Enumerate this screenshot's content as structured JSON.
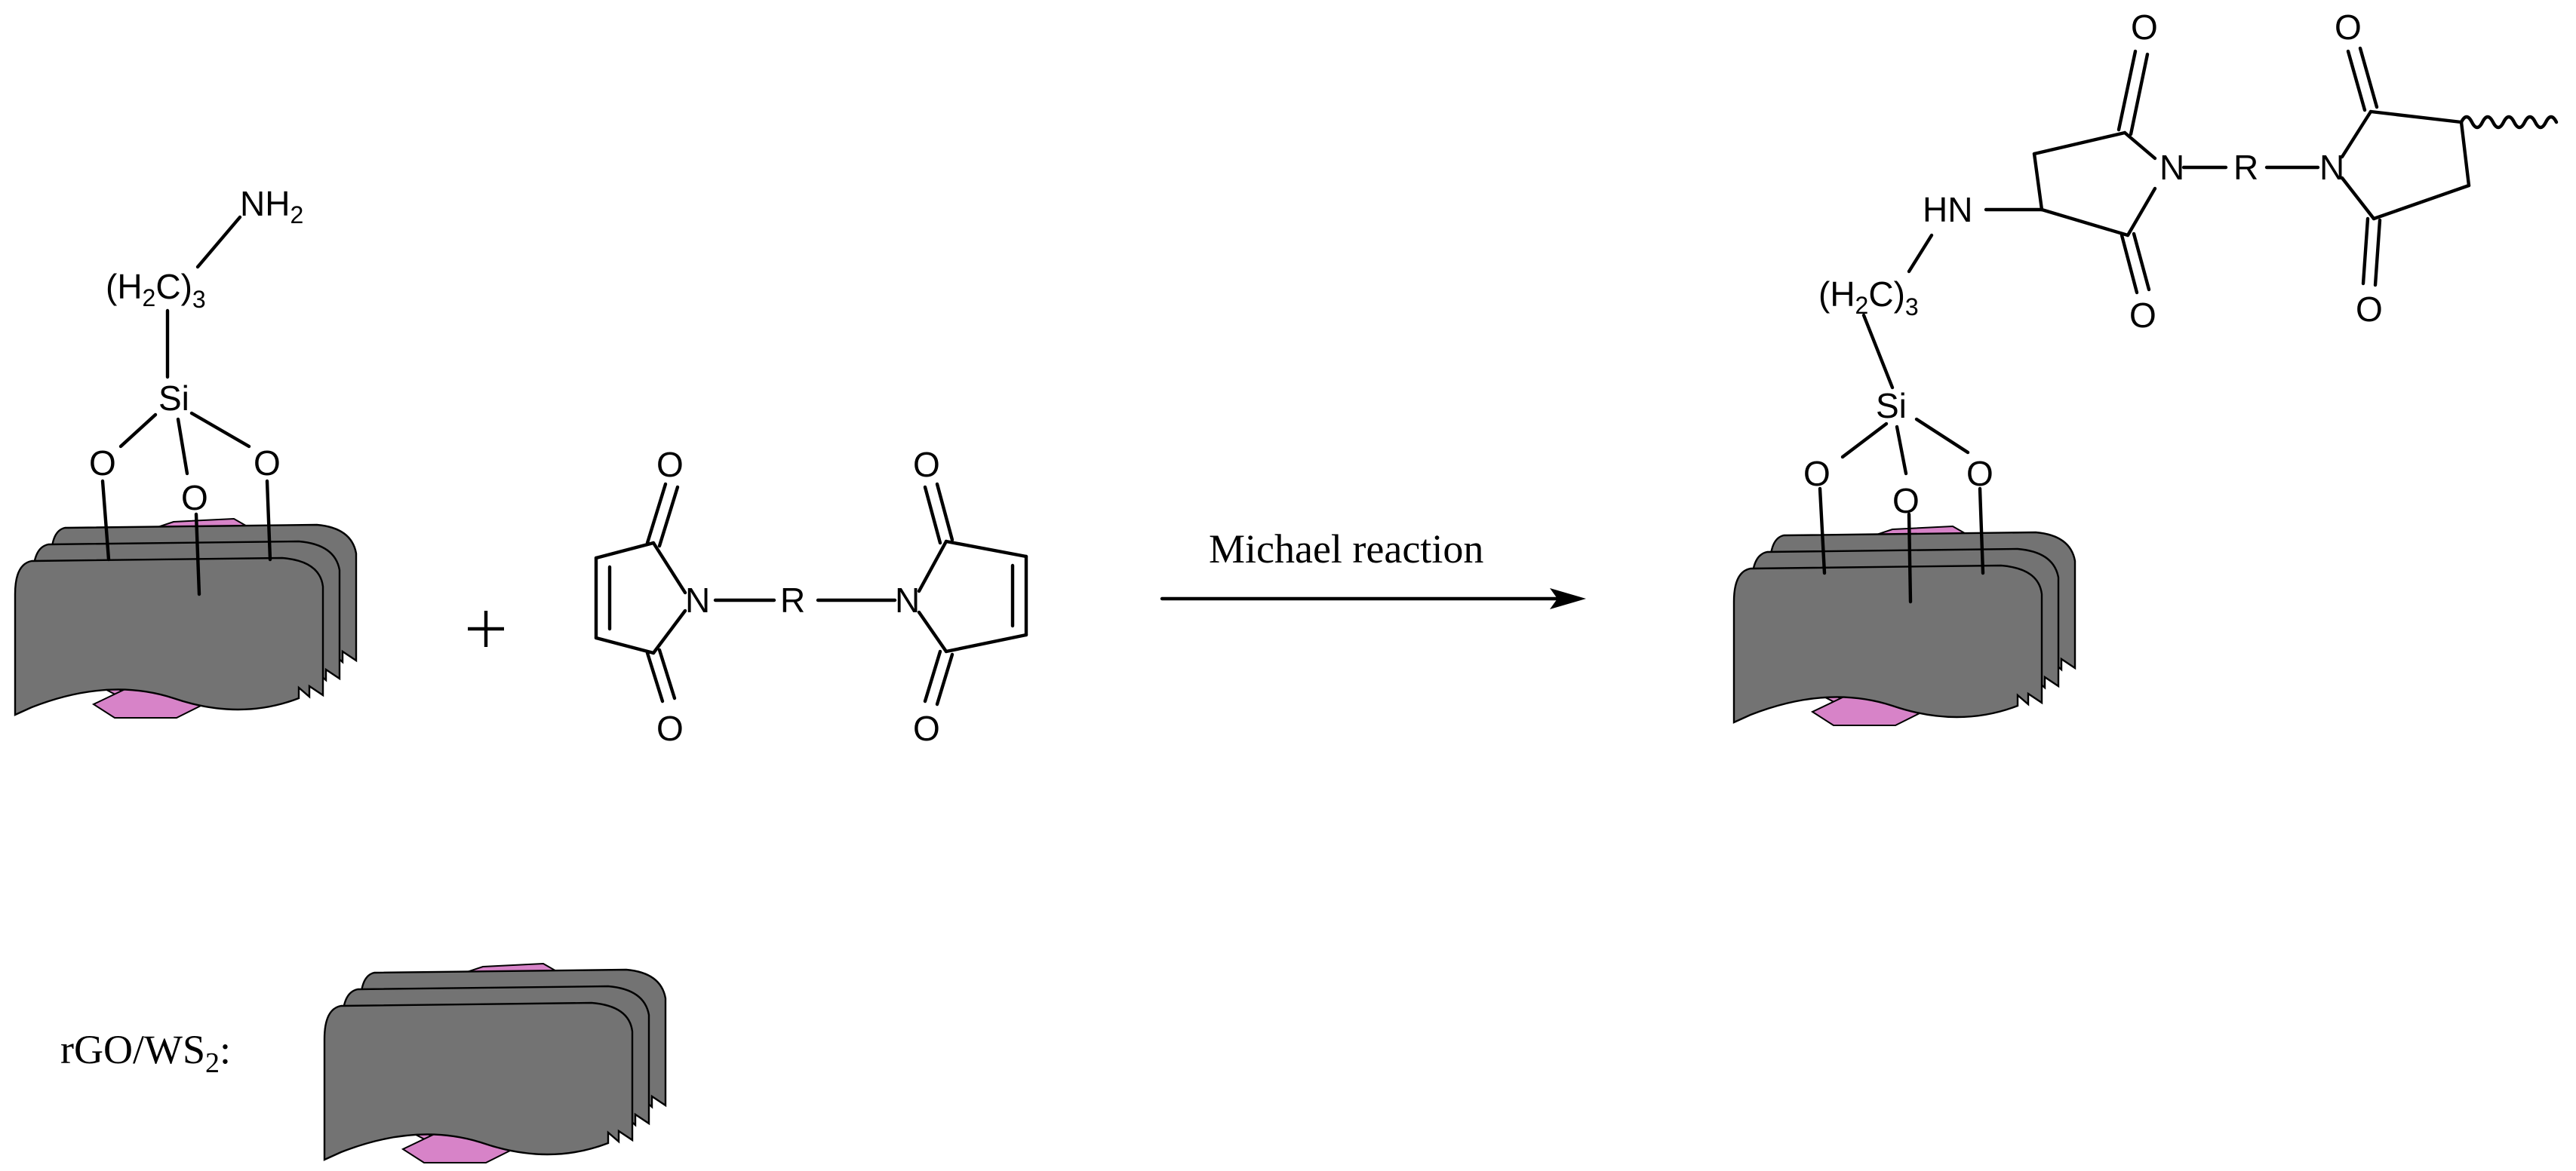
{
  "colors": {
    "graphene": "#737373",
    "ws2_outer": "#d783c8",
    "ws2_inner": "#22ee22",
    "stroke": "#000000"
  },
  "labels": {
    "nh2_main": "NH",
    "nh2_sub": "2",
    "h2c_open": "(H",
    "h2c_sub": "2",
    "h2c_c": "C)",
    "h2c_n": "3",
    "si": "Si",
    "o": "O",
    "n": "N",
    "r": "R",
    "hn": "HN",
    "plus": "+",
    "arrow": "Michael reaction",
    "legend_main": "rGO/WS",
    "legend_sub": "2",
    "legend_colon": ":"
  }
}
